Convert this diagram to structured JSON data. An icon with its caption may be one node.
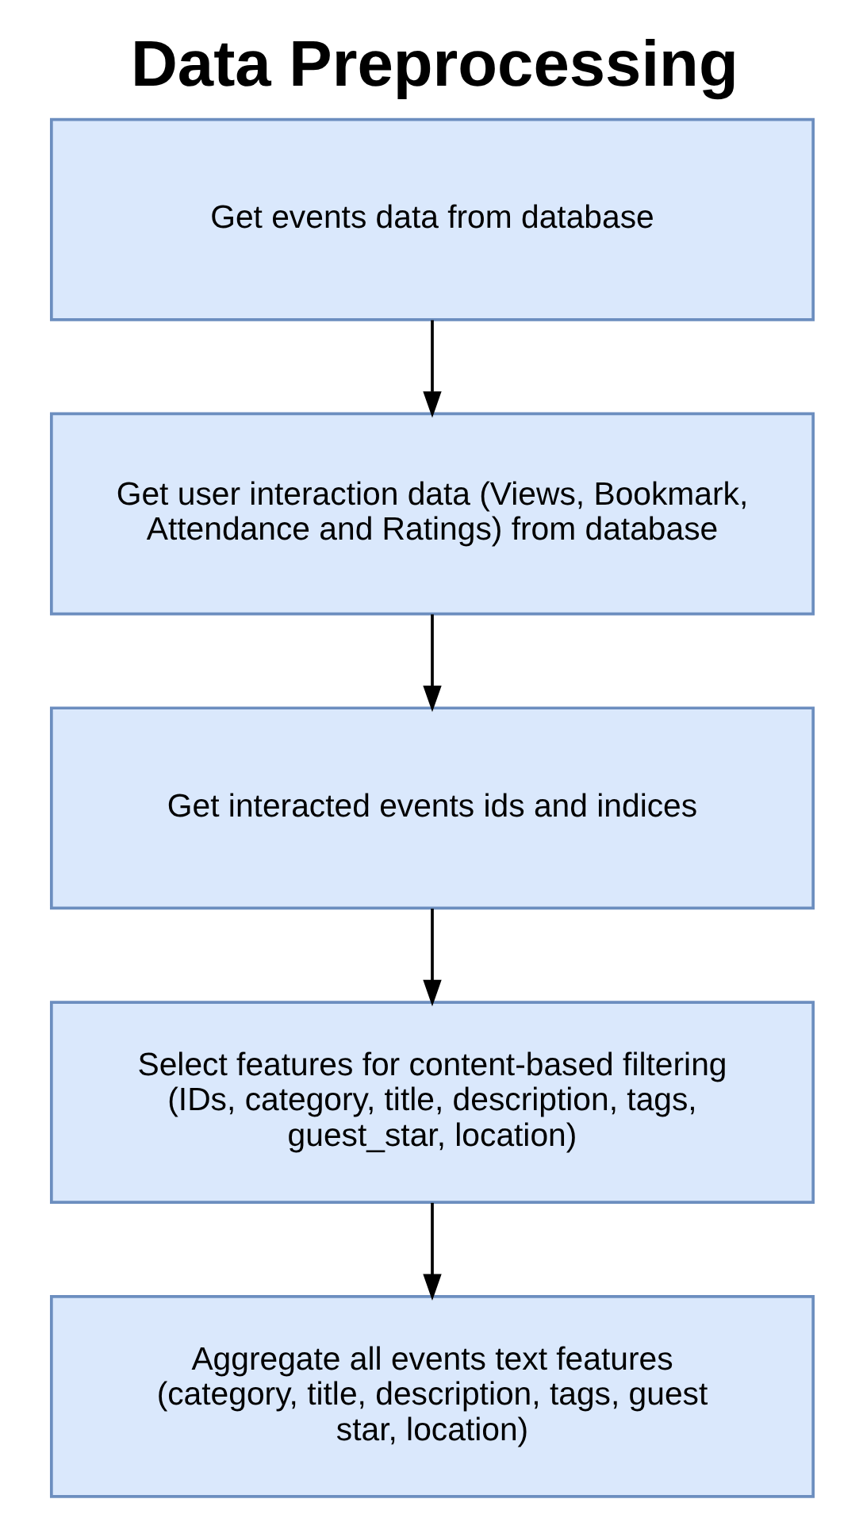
{
  "diagram": {
    "title": "Data Preprocessing",
    "nodes": [
      {
        "text": [
          "Get events data from database"
        ]
      },
      {
        "text": [
          "Get user interaction data (Views, Bookmark, Attendance and Ratings) from database"
        ]
      },
      {
        "text": [
          "Get interacted events ids and indices"
        ]
      },
      {
        "text": [
          "Select features for content-based filtering (IDs, category, title, description, tags, guest_star, location)"
        ]
      },
      {
        "text": [
          "Aggregate all events text features (category, title, description, tags, guest star, location)"
        ]
      }
    ],
    "edges": [
      {
        "from": 0,
        "to": 1,
        "arrow": "to"
      },
      {
        "from": 1,
        "to": 2,
        "arrow": "to"
      },
      {
        "from": 2,
        "to": 3,
        "arrow": "to"
      },
      {
        "from": 3,
        "to": 4,
        "arrow": "to"
      }
    ]
  }
}
